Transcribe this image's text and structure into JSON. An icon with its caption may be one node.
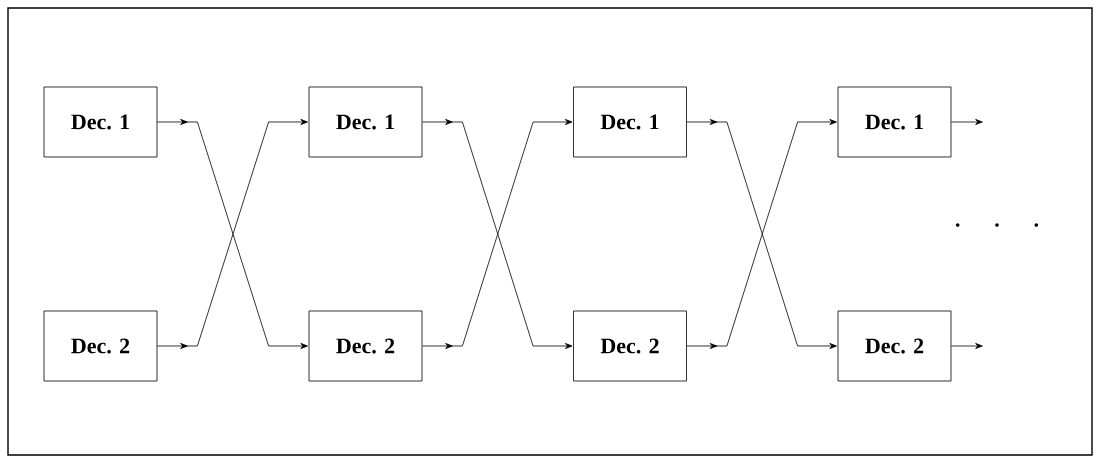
{
  "diagram": {
    "nodes": [
      {
        "text": [
          "Dec. 1"
        ]
      },
      {
        "text": [
          "Dec. 2"
        ]
      },
      {
        "text": [
          "Dec. 1"
        ]
      },
      {
        "text": [
          "Dec. 2"
        ]
      },
      {
        "text": [
          "Dec. 1"
        ]
      },
      {
        "text": [
          "Dec. 2"
        ]
      },
      {
        "text": [
          "Dec. 1"
        ]
      },
      {
        "text": [
          "Dec. 2"
        ]
      }
    ],
    "edges": [
      {
        "from": 0,
        "to": 3,
        "arrow": "to"
      },
      {
        "from": 1,
        "to": 2,
        "arrow": "to"
      },
      {
        "from": 2,
        "to": 5,
        "arrow": "to"
      },
      {
        "from": 3,
        "to": 4,
        "arrow": "to"
      },
      {
        "from": 4,
        "to": 7,
        "arrow": "to"
      },
      {
        "from": 5,
        "to": 6,
        "arrow": "to"
      },
      {
        "from": 6,
        "to": null,
        "arrow": "to"
      },
      {
        "from": 7,
        "to": null,
        "arrow": "to"
      }
    ],
    "labels": [
      ". . ."
    ]
  }
}
